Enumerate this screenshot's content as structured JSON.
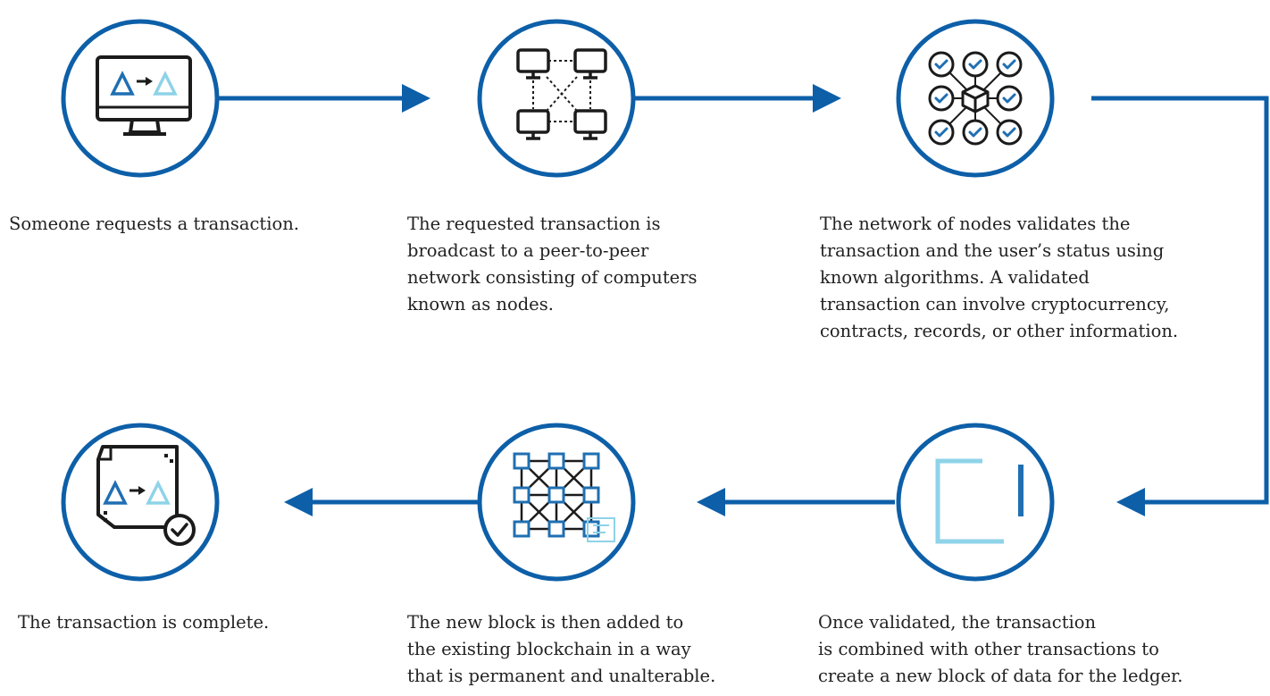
{
  "colors": {
    "circle_stroke": "#0d5fa8",
    "arrow": "#0d5fa8",
    "icon_dark": "#1b1b1b",
    "icon_blue": "#1f6fb2",
    "icon_light_blue": "#8ed3e8",
    "text": "#222222"
  },
  "steps": [
    {
      "icon": "computer-transaction-icon",
      "text": "Someone requests a transaction."
    },
    {
      "icon": "peer-network-icon",
      "text": "The requested transaction is\nbroadcast to a peer-to-peer\nnetwork consisting of computers\nknown as nodes."
    },
    {
      "icon": "node-validation-icon",
      "text": "The network of nodes validates the\ntransaction and the user’s status using\nknown algorithms. A validated\ntransaction can involve cryptocurrency,\ncontracts, records, or other information."
    },
    {
      "icon": "new-block-icon",
      "text": "Once validated, the transaction\nis combined with other transactions to\ncreate a new block of data for the ledger."
    },
    {
      "icon": "blockchain-icon",
      "text": "The new block is then added to\nthe existing blockchain in a way\nthat is permanent and unalterable."
    },
    {
      "icon": "completed-document-icon",
      "text": "The transaction is complete."
    }
  ]
}
